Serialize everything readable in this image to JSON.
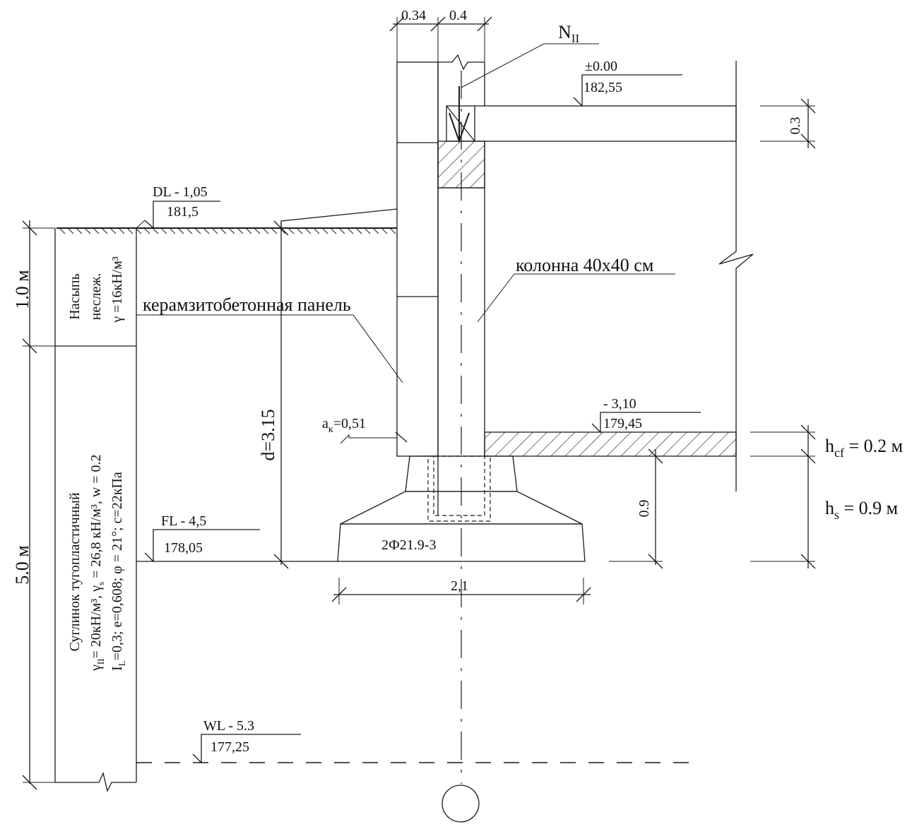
{
  "dims": {
    "wall_thickness": "0.34",
    "column_width": "0.4",
    "slab_thickness": "0.3",
    "soil1_thickness": "1.0 м",
    "soil2_thickness": "5.0 м",
    "depth": "d=3.15",
    "footing_width": "2,1",
    "distance_below_floor": "0.9"
  },
  "load": {
    "label": "N",
    "subscript": "II"
  },
  "levels": {
    "zero": {
      "mark": "±0.00",
      "elev": "182,55"
    },
    "dl": {
      "mark": "DL - 1,05",
      "elev": "181,5"
    },
    "floor": {
      "mark": "- 3,10",
      "elev": "179,45"
    },
    "fl": {
      "mark": "FL - 4,5",
      "elev": "178,05"
    },
    "wl": {
      "mark": "WL - 5.3",
      "elev": "177,25"
    }
  },
  "labels": {
    "column": "колонна 40х40 см",
    "panel": "керамзитобетонная панель",
    "footing": "2Ф21.9-3",
    "ak_main": "a",
    "ak_sub": "к",
    "ak_val": "=0,51"
  },
  "right_dims": {
    "hcf_main": "h",
    "hcf_sub": "cf",
    "hcf_val": " = 0.2 м",
    "hs_main": "h",
    "hs_sub": "s",
    "hs_val": "   = 0.9 м"
  },
  "soil1": {
    "line1": "Насыпь",
    "line2": "неслеж.",
    "line3": "γ =16кН/м³"
  },
  "soil2": {
    "line1": "Суглинок тугопластичный",
    "line2a": "γ",
    "line2a_sub": "II",
    "line2b": "= 20кН/м³,  γ",
    "line2b_sub": "s",
    "line2c": " = 26,8 кН/м³,  w = 0.2",
    "line3a": "I",
    "line3a_sub": "L",
    "line3b": "=0,3;  e=0,608;   φ = 21°; c=22кПа"
  }
}
